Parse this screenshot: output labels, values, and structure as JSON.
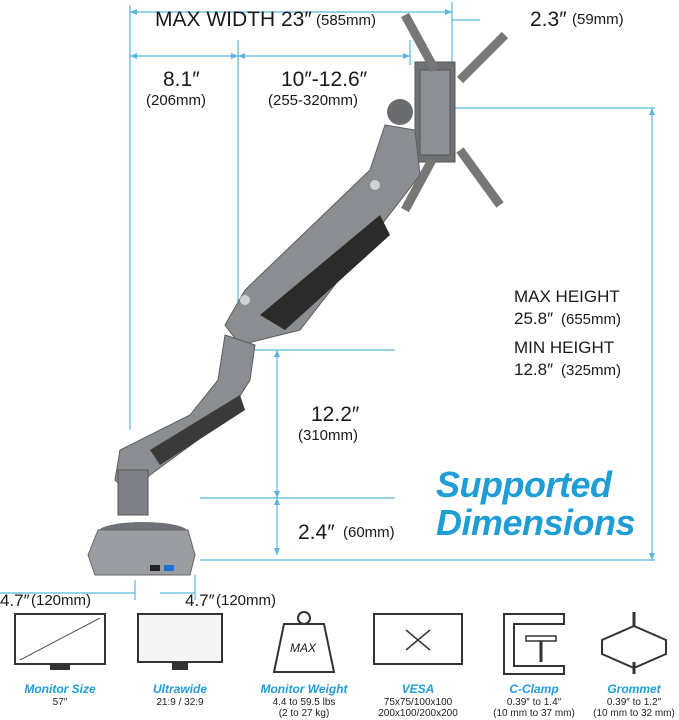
{
  "dimensions": {
    "max_width": {
      "label": "MAX WIDTH 23″",
      "metric": "(585mm)"
    },
    "vesa_offset": {
      "label": "2.3″",
      "metric": "(59mm)"
    },
    "base_reach": {
      "label": "8.1″",
      "metric": "(206mm)"
    },
    "arm_reach": {
      "label": "10″-12.6″",
      "metric": "(255-320mm)"
    },
    "max_height": {
      "label": "MAX HEIGHT",
      "value": "25.8″",
      "metric": "(655mm)"
    },
    "min_height": {
      "label": "MIN HEIGHT",
      "value": "12.8″",
      "metric": "(325mm)"
    },
    "pole_height": {
      "label": "12.2″",
      "metric": "(310mm)"
    },
    "base_height": {
      "label": "2.4″",
      "metric": "(60mm)"
    },
    "base_depth": {
      "label": "4.7″",
      "metric": "(120mm)"
    },
    "base_width": {
      "label": "4.7″",
      "metric": "(120mm)"
    }
  },
  "headline": {
    "line1": "Supported",
    "line2": "Dimensions"
  },
  "badge": {
    "max_label": "MAX"
  },
  "specs": [
    {
      "icon": "monitor-diagonal-icon",
      "title": "Monitor Size",
      "line1": "57″",
      "line2": ""
    },
    {
      "icon": "ultrawide-monitor-icon",
      "title": "Ultrawide",
      "line1": "21:9 / 32:9",
      "line2": ""
    },
    {
      "icon": "weight-icon",
      "title": "Monitor Weight",
      "line1": "4.4 to 59.5 lbs",
      "line2": "(2 to 27 kg)"
    },
    {
      "icon": "vesa-pattern-icon",
      "title": "VESA",
      "line1": "75x75/100x100",
      "line2": "200x100/200x200"
    },
    {
      "icon": "c-clamp-icon",
      "title": "C-Clamp",
      "line1": "0.39″ to 1.4″",
      "line2": "(10 mm to 37 mm)"
    },
    {
      "icon": "grommet-icon",
      "title": "Grommet",
      "line1": "0.39″ to 1.2″",
      "line2": "(10 mm to 32 mm)"
    }
  ],
  "colors": {
    "accent": "#1f9ed6",
    "dimension_line": "#5bb6df",
    "arm": "#8a8d91"
  }
}
